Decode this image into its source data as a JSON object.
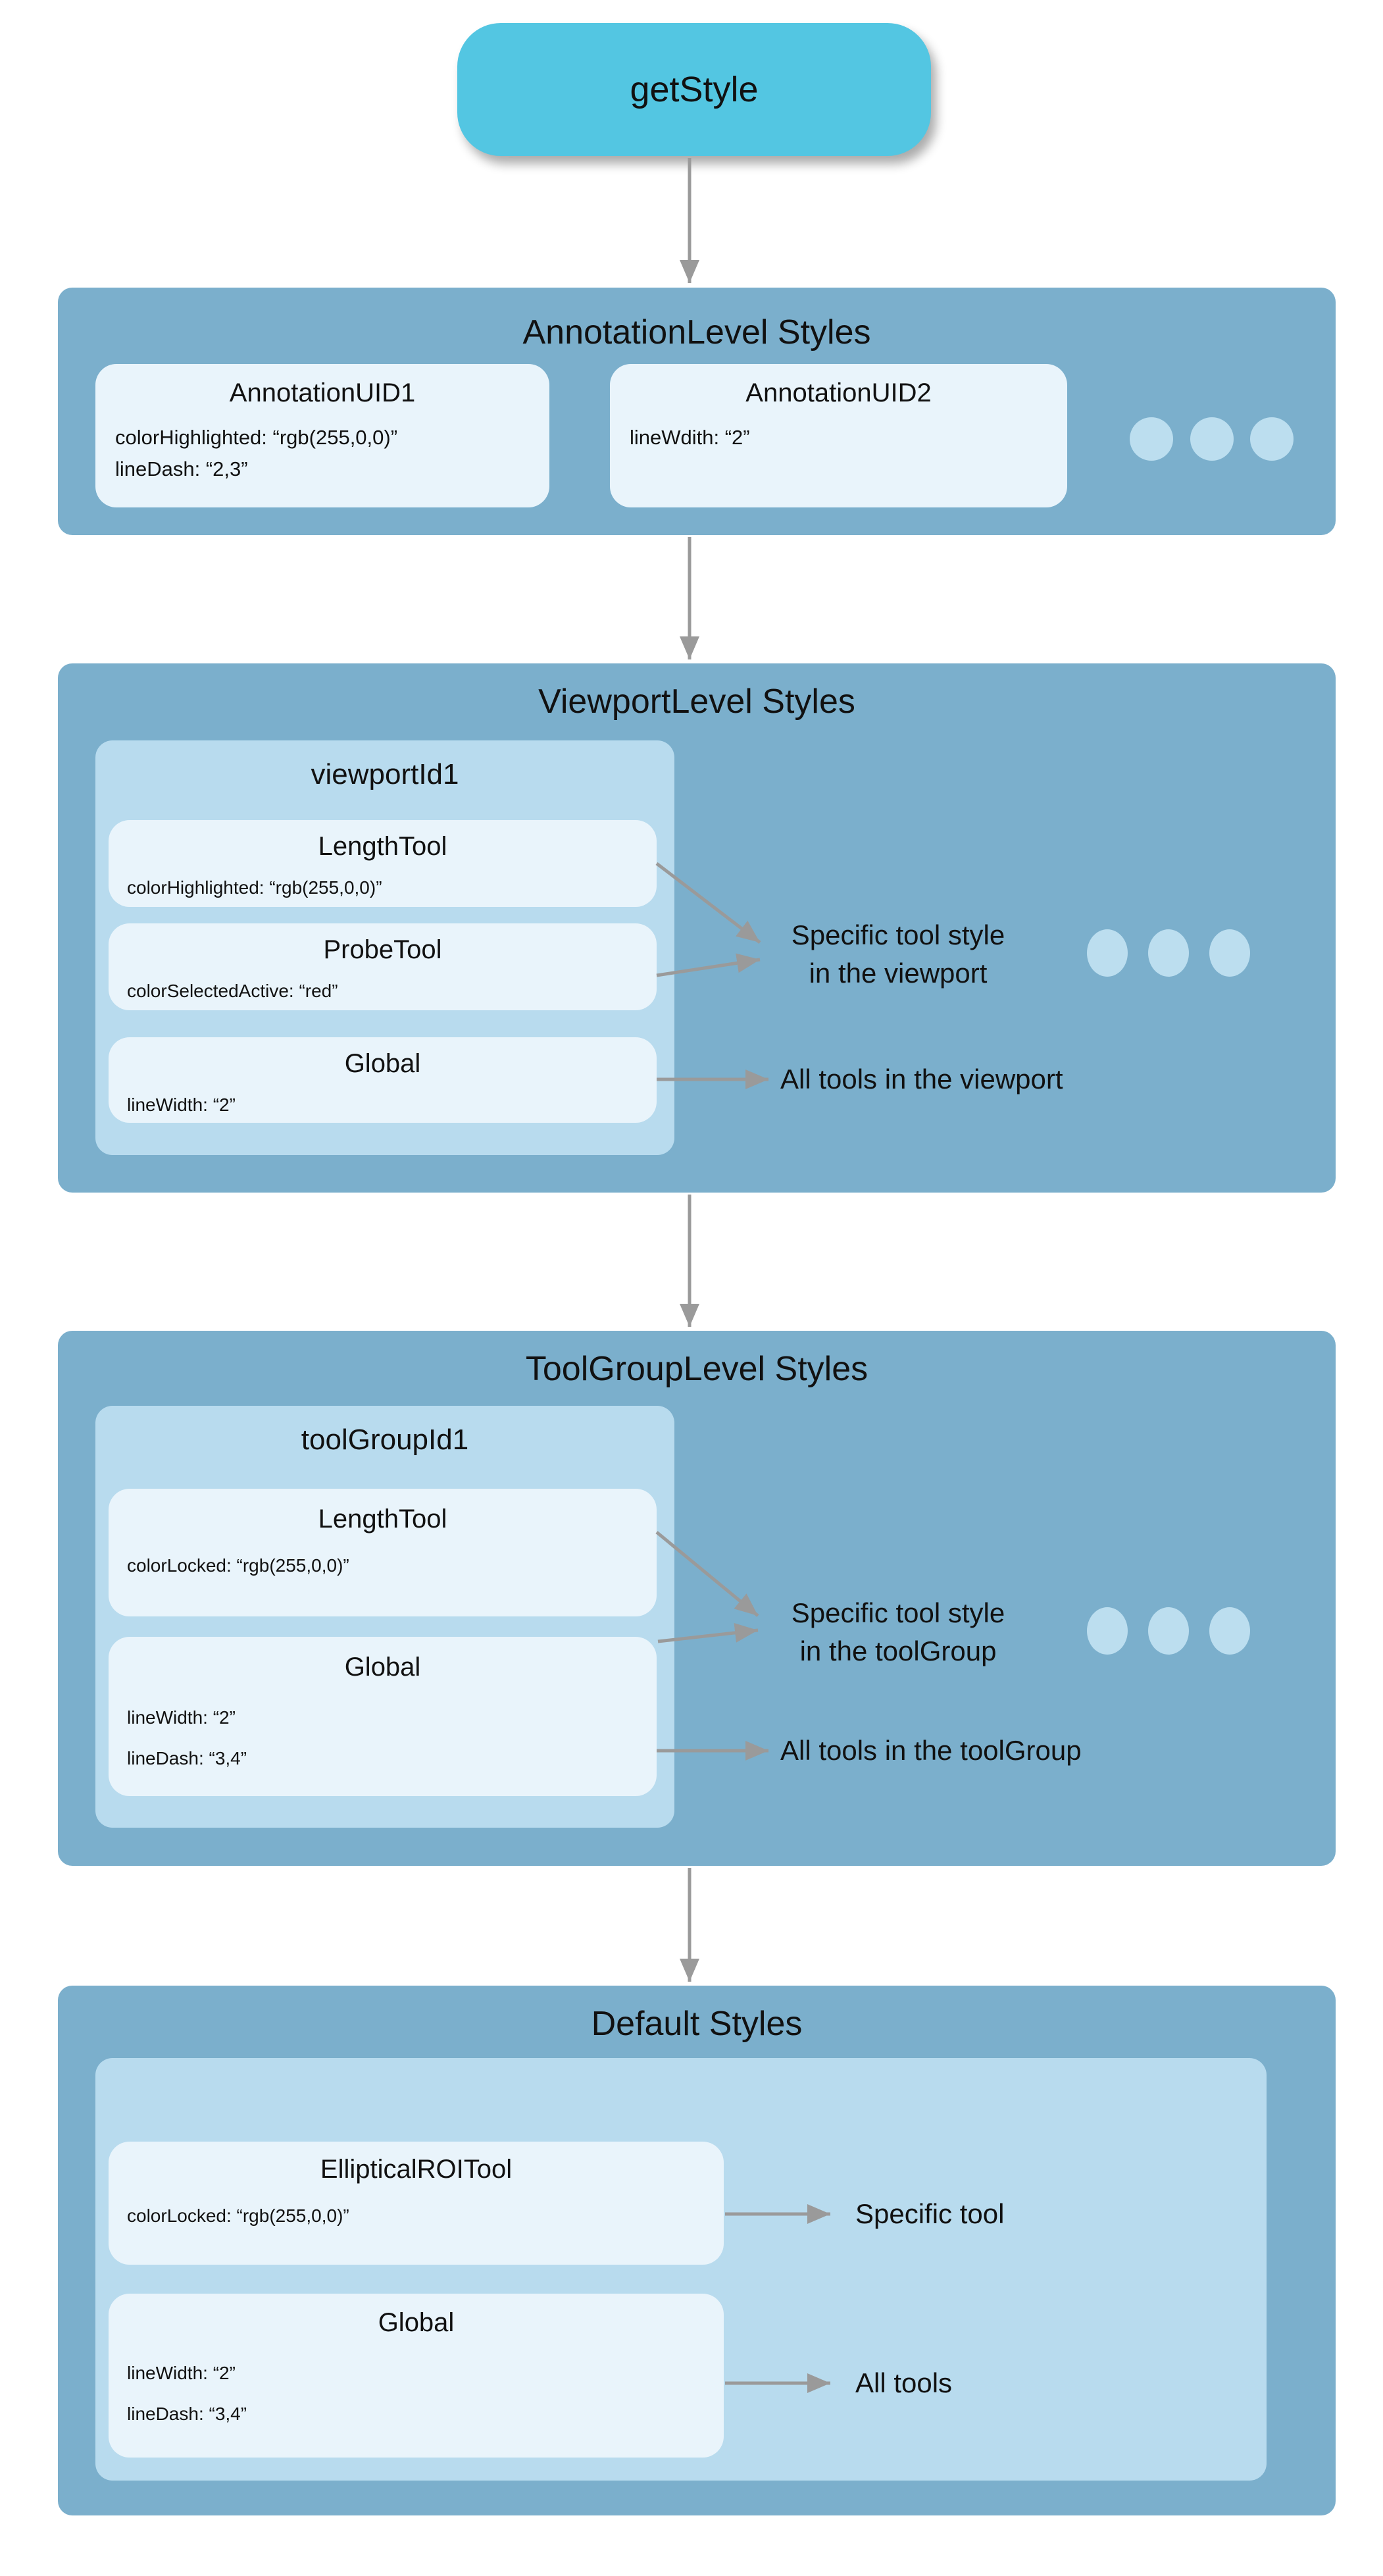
{
  "node": {
    "label": "getStyle"
  },
  "annotation": {
    "title": "AnnotationLevel Styles",
    "uid1": {
      "title": "AnnotationUID1",
      "line1": "colorHighlighted: “rgb(255,0,0)”",
      "line2": "lineDash: “2,3”"
    },
    "uid2": {
      "title": "AnnotationUID2",
      "line1": "lineWdith: “2”"
    }
  },
  "viewport": {
    "title": "ViewportLevel Styles",
    "container_title": "viewportId1",
    "length_tool": {
      "title": "LengthTool",
      "line1": "colorHighlighted: “rgb(255,0,0)”"
    },
    "probe_tool": {
      "title": "ProbeTool",
      "line1": "colorSelectedActive: “red”"
    },
    "global_tool": {
      "title": "Global",
      "line1": "lineWidth: “2”"
    },
    "specific_label_line1": "Specific tool style",
    "specific_label_line2": "in the viewport",
    "all_label": "All tools in the viewport"
  },
  "toolgroup": {
    "title": "ToolGroupLevel Styles",
    "container_title": "toolGroupId1",
    "length_tool": {
      "title": "LengthTool",
      "line1": "colorLocked: “rgb(255,0,0)”"
    },
    "global_tool": {
      "title": "Global",
      "line1": "lineWidth: “2”",
      "line2": "lineDash: “3,4”"
    },
    "specific_label_line1": "Specific tool style",
    "specific_label_line2": "in the toolGroup",
    "all_label": "All tools in the toolGroup"
  },
  "default_level": {
    "title": "Default Styles",
    "elliptical_tool": {
      "title": "EllipticalROITool",
      "line1": "colorLocked: “rgb(255,0,0)”"
    },
    "global_tool": {
      "title": "Global",
      "line1": "lineWidth: “2”",
      "line2": "lineDash: “3,4”"
    },
    "specific_label": "Specific tool",
    "all_label": "All tools"
  },
  "colors": {
    "node_fill": "#53c6e2",
    "level_fill": "#7bafcc",
    "container_fill": "#b8dbee",
    "card_fill": "#e9f4fb",
    "dot_fill": "#bcdeef",
    "arrow": "#9a9a9a",
    "text": "#111111"
  }
}
